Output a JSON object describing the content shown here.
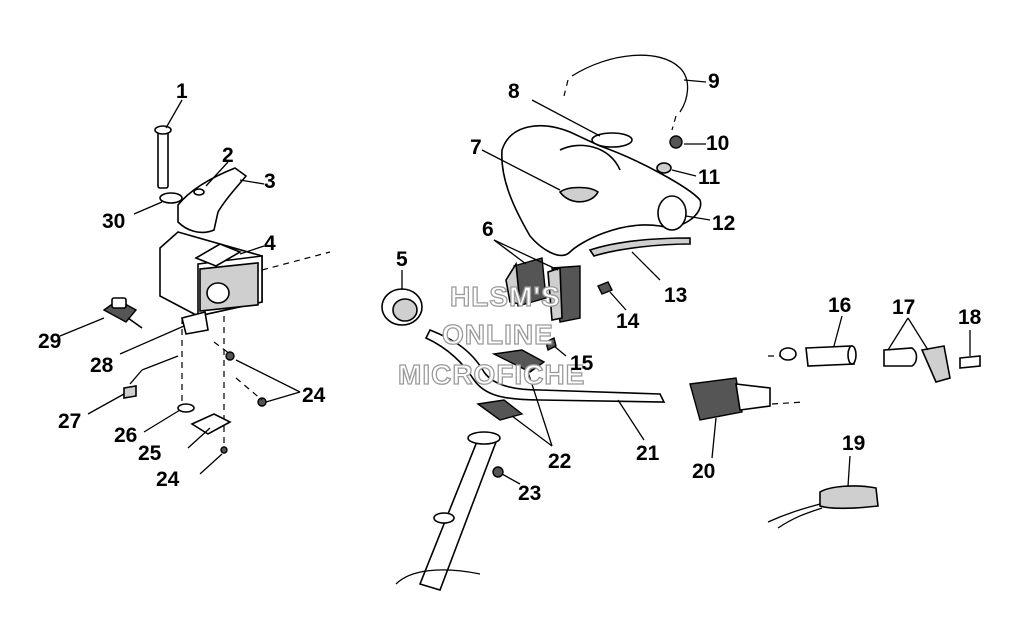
{
  "watermark": {
    "line1": "HLSM'S",
    "line2": "ONLINE",
    "line3": "MICROFICHE"
  },
  "parts": [
    {
      "id": "p1",
      "number": "1"
    },
    {
      "id": "p2",
      "number": "2"
    },
    {
      "id": "p3",
      "number": "3"
    },
    {
      "id": "p4",
      "number": "4"
    },
    {
      "id": "p5",
      "number": "5"
    },
    {
      "id": "p6",
      "number": "6"
    },
    {
      "id": "p7",
      "number": "7"
    },
    {
      "id": "p8",
      "number": "8"
    },
    {
      "id": "p9",
      "number": "9"
    },
    {
      "id": "p10",
      "number": "10"
    },
    {
      "id": "p11",
      "number": "11"
    },
    {
      "id": "p12",
      "number": "12"
    },
    {
      "id": "p13",
      "number": "13"
    },
    {
      "id": "p14",
      "number": "14"
    },
    {
      "id": "p15",
      "number": "15"
    },
    {
      "id": "p16",
      "number": "16"
    },
    {
      "id": "p17",
      "number": "17"
    },
    {
      "id": "p18",
      "number": "18"
    },
    {
      "id": "p19",
      "number": "19"
    },
    {
      "id": "p20",
      "number": "20"
    },
    {
      "id": "p21",
      "number": "21"
    },
    {
      "id": "p22",
      "number": "22"
    },
    {
      "id": "p23",
      "number": "23"
    },
    {
      "id": "p24a",
      "number": "24"
    },
    {
      "id": "p24b",
      "number": "24"
    },
    {
      "id": "p25",
      "number": "25"
    },
    {
      "id": "p26",
      "number": "26"
    },
    {
      "id": "p27",
      "number": "27"
    },
    {
      "id": "p28",
      "number": "28"
    },
    {
      "id": "p29",
      "number": "29"
    },
    {
      "id": "p30",
      "number": "30"
    }
  ]
}
